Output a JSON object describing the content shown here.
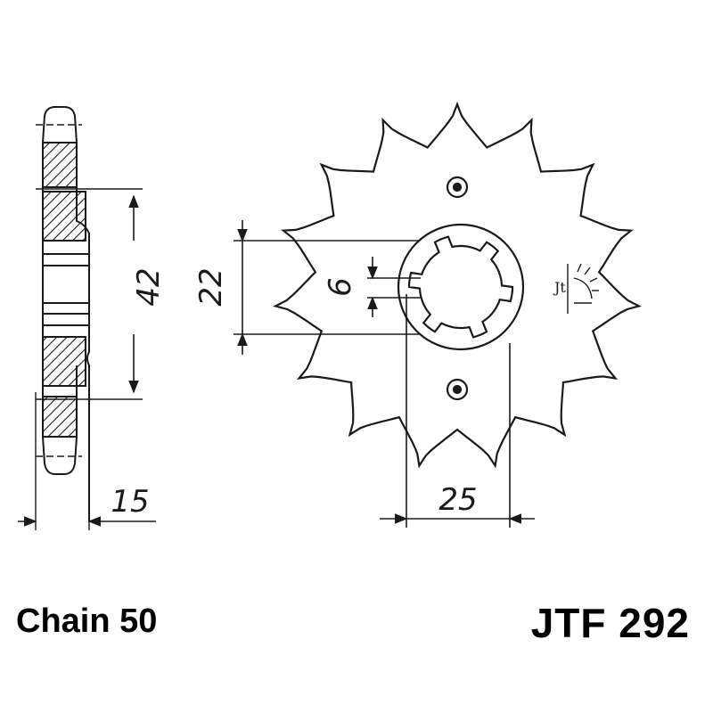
{
  "dimensions": {
    "outer_height": "42",
    "width": "15",
    "bore": "22",
    "spline": "6",
    "flat": "25"
  },
  "captions": {
    "chain": "Chain 50",
    "part_number": "JTF 292"
  },
  "sprocket": {
    "teeth": 15
  },
  "colors": {
    "line": "#1a1a1a",
    "background": "#ffffff"
  }
}
